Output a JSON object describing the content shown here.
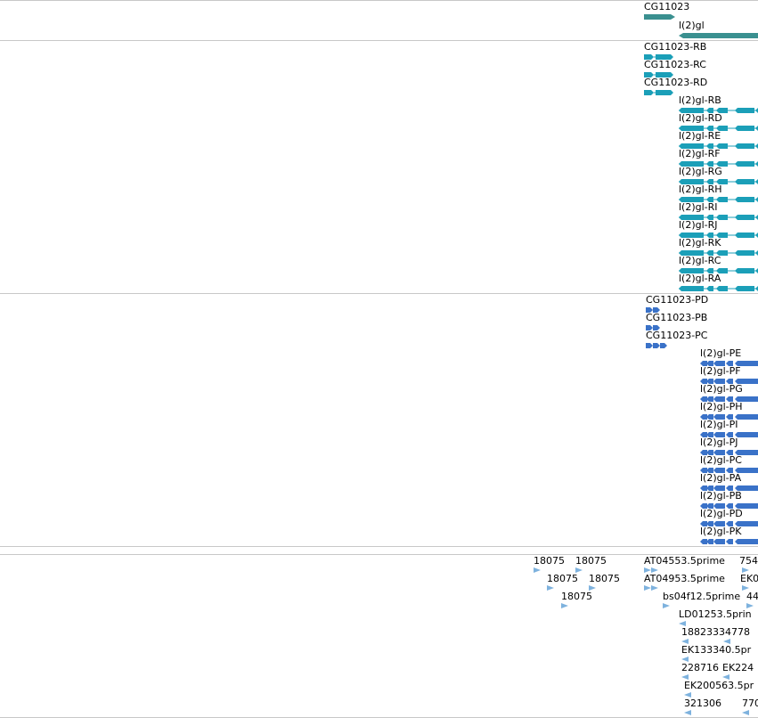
{
  "tracks": {
    "gene": {
      "features": [
        {
          "label": "CG11023",
          "strand": "+"
        },
        {
          "label": "l(2)gl",
          "strand": "-"
        }
      ],
      "color": "#3a9090"
    },
    "transcripts": {
      "features": [
        {
          "label": "CG11023-RB"
        },
        {
          "label": "CG11023-RC"
        },
        {
          "label": "CG11023-RD"
        },
        {
          "label": "l(2)gl-RB"
        },
        {
          "label": "l(2)gl-RD"
        },
        {
          "label": "l(2)gl-RE"
        },
        {
          "label": "l(2)gl-RF"
        },
        {
          "label": "l(2)gl-RG"
        },
        {
          "label": "l(2)gl-RH"
        },
        {
          "label": "l(2)gl-RI"
        },
        {
          "label": "l(2)gl-RJ"
        },
        {
          "label": "l(2)gl-RK"
        },
        {
          "label": "l(2)gl-RC"
        },
        {
          "label": "l(2)gl-RA"
        }
      ],
      "color": "#1b9fb8"
    },
    "proteins": {
      "features": [
        {
          "label": "CG11023-PD"
        },
        {
          "label": "CG11023-PB"
        },
        {
          "label": "CG11023-PC"
        },
        {
          "label": "l(2)gl-PE"
        },
        {
          "label": "l(2)gl-PF"
        },
        {
          "label": "l(2)gl-PG"
        },
        {
          "label": "l(2)gl-PH"
        },
        {
          "label": "l(2)gl-PI"
        },
        {
          "label": "l(2)gl-PJ"
        },
        {
          "label": "l(2)gl-PC"
        },
        {
          "label": "l(2)gl-PA"
        },
        {
          "label": "l(2)gl-PB"
        },
        {
          "label": "l(2)gl-PD"
        },
        {
          "label": "l(2)gl-PK"
        }
      ],
      "color": "#3a72c8"
    },
    "ests": {
      "features": [
        {
          "label": "18075"
        },
        {
          "label": "18075"
        },
        {
          "label": "18075"
        },
        {
          "label": "18075"
        },
        {
          "label": "18075"
        },
        {
          "label": "AT04553.5prime"
        },
        {
          "label": "754"
        },
        {
          "label": "AT04953.5prime"
        },
        {
          "label": "EK0"
        },
        {
          "label": "bs04f12.5prime"
        },
        {
          "label": "44"
        },
        {
          "label": "LD01253.5prin"
        },
        {
          "label": "18823334778"
        },
        {
          "label": "EK133340.5pr"
        },
        {
          "label": "228716"
        },
        {
          "label": "EK224"
        },
        {
          "label": "EK200563.5pr"
        },
        {
          "label": "321306"
        },
        {
          "label": "770"
        }
      ],
      "color": "#7eb2de"
    }
  }
}
